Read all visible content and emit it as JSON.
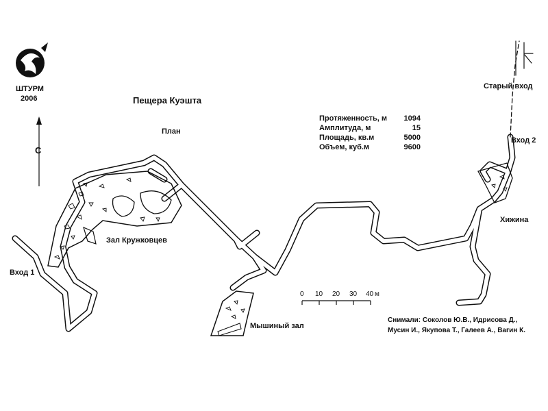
{
  "logo": {
    "icon": "dragon-emblem-icon",
    "org": "ШТУРМ",
    "year": "2006"
  },
  "title": "Пещера Куэшта",
  "subtitle": "План",
  "north_label": "С",
  "stats": [
    {
      "label": "Протяженность, м",
      "value": "1094"
    },
    {
      "label": "Амплитуда, м",
      "value": "15"
    },
    {
      "label": "Площадь, кв.м",
      "value": "5000"
    },
    {
      "label": "Объем, куб.м",
      "value": "9600"
    }
  ],
  "labels": {
    "old_entrance": "Старый вход",
    "entrance2": "Вход 2",
    "hut": "Хижина",
    "hall_kruzhkovtsev": "Зал Кружковцев",
    "entrance1": "Вход 1",
    "mouse_hall": "Мышиный зал"
  },
  "scale": {
    "ticks": [
      "0",
      "10",
      "20",
      "30",
      "40"
    ],
    "unit": "м"
  },
  "credits": {
    "line1": "Снимали: Соколов Ю.В., Идрисова Д.,",
    "line2": "Мусин И., Якупова Т., Галеев А., Вагин К."
  }
}
